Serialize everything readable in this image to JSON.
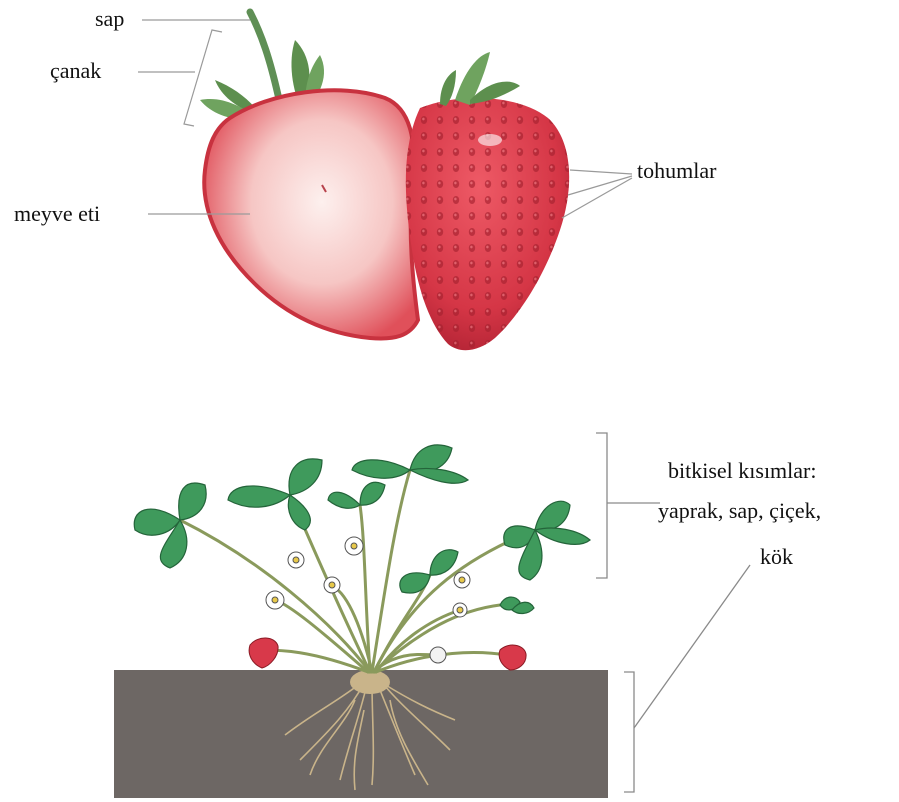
{
  "labels": {
    "stem": "sap",
    "calyx": "çanak",
    "flesh": "meyve eti",
    "seeds": "tohumlar",
    "vegetative_line1": "bitkisel kısımlar:",
    "vegetative_line2": "yaprak, sap, çiçek,",
    "root": "kök"
  },
  "colors": {
    "leader_line": "#9a9a9a",
    "soil": "#6d6764",
    "strawberry_red": "#d8394a",
    "strawberry_flesh": "#f3b8b8",
    "leaf_green": "#3f9a5c",
    "root_tan": "#b8a27a"
  }
}
